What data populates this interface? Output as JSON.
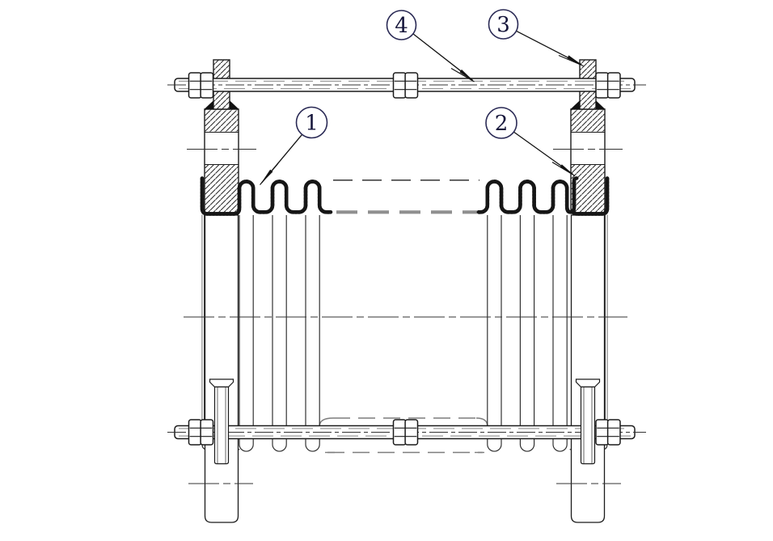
{
  "figure": {
    "type": "technical-drawing",
    "subject": "bellows expansion joint with tie rods",
    "callouts": [
      {
        "label": "1"
      },
      {
        "label": "2"
      },
      {
        "label": "3"
      },
      {
        "label": "4"
      }
    ],
    "colors": {
      "line": "#1a1a1a",
      "hidden_line": "#7d7d7d",
      "callout_circle": "#2a2a55",
      "background": "#ffffff"
    }
  }
}
